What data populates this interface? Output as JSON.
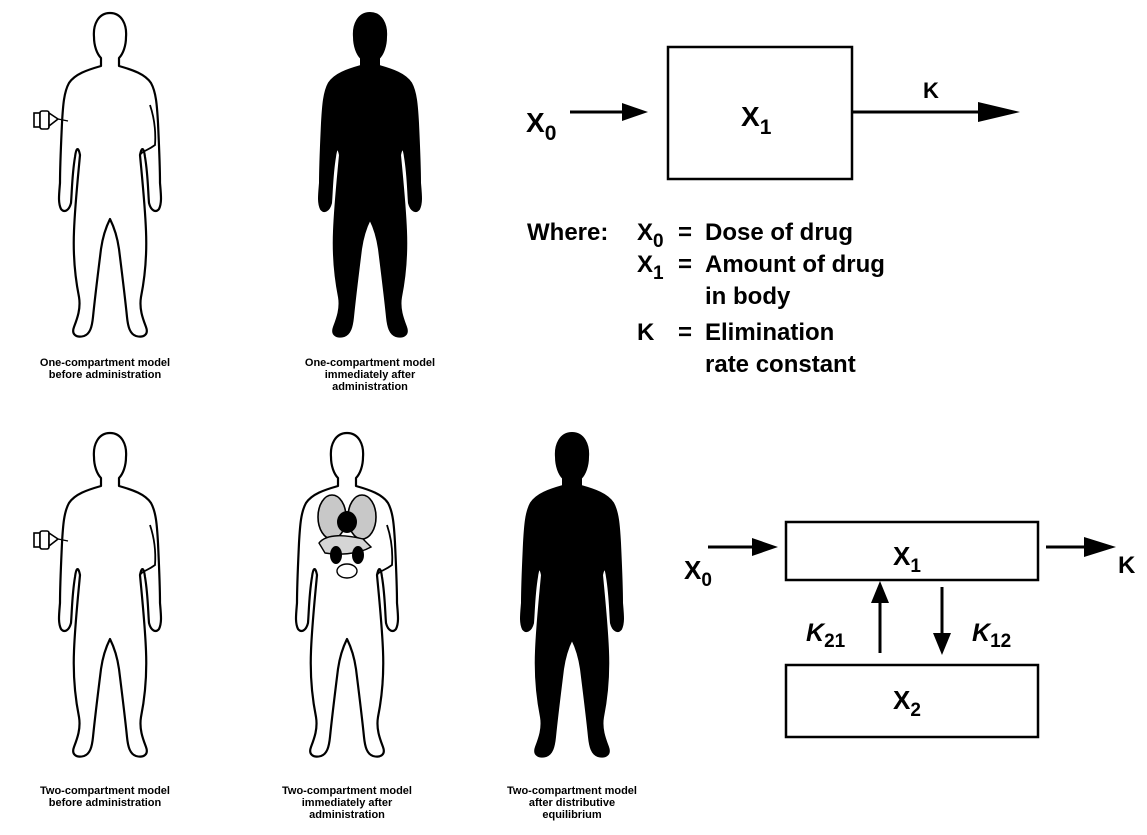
{
  "figures": [
    {
      "caption": "One-compartment model\nbefore administration",
      "style": "outline",
      "syringe": true,
      "organs": false
    },
    {
      "caption": "One-compartment model\nimmediately after\nadministration",
      "style": "silhouette",
      "syringe": false,
      "organs": false
    },
    {
      "caption": "Two-compartment model\nbefore administration",
      "style": "outline",
      "syringe": true,
      "organs": false
    },
    {
      "caption": "Two-compartment model\nimmediately after\nadministration",
      "style": "outline",
      "syringe": false,
      "organs": true
    },
    {
      "caption": "Two-compartment model\nafter distributive\nequilibrium",
      "style": "silhouette",
      "syringe": false,
      "organs": false
    }
  ],
  "one_compartment": {
    "input": {
      "main": "X",
      "sub": "0"
    },
    "box": {
      "main": "X",
      "sub": "1"
    },
    "output": "K"
  },
  "legend": {
    "where": "Where:",
    "rows": [
      {
        "sym_main": "X",
        "sym_sub": "0",
        "eq": "=",
        "lines": [
          "Dose of drug"
        ]
      },
      {
        "sym_main": "X",
        "sym_sub": "1",
        "eq": "=",
        "lines": [
          "Amount of drug",
          "in body"
        ]
      },
      {
        "sym_main": "K",
        "sym_sub": "",
        "eq": "=",
        "lines": [
          "Elimination",
          "rate constant"
        ]
      }
    ]
  },
  "two_compartment": {
    "input": {
      "main": "X",
      "sub": "0"
    },
    "box1": {
      "main": "X",
      "sub": "1"
    },
    "box2": {
      "main": "X",
      "sub": "2"
    },
    "output": "K",
    "k21": {
      "main": "K",
      "sub": "21"
    },
    "k12": {
      "main": "K",
      "sub": "12"
    }
  },
  "colors": {
    "ink": "#000000",
    "paper": "#ffffff"
  }
}
